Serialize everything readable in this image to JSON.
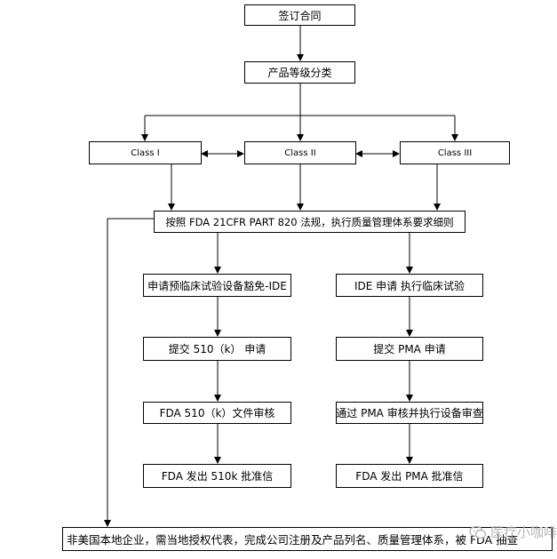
{
  "nodes": {
    "sign_contract": "签订合同",
    "classify": "产品等级分类",
    "class1": "Class I",
    "class2": "Class II",
    "class3": "Class III",
    "fda_820": "按照 FDA 21CFR PART 820 法规，执行质量管理体系要求细则",
    "ide_exempt": "申请预临床试验设备豁免-IDE",
    "ide_apply": "IDE 申请  执行临床试验",
    "submit_510k": "提交 510（k） 申请",
    "submit_pma": "提交 PMA 申请",
    "review_510k": "FDA 510（k）文件审核",
    "review_pma": "通过 PMA 审核并执行设备审查",
    "approve_510k": "FDA  发出 510k  批准信",
    "approve_pma": "FDA  发出 PMA 批准信",
    "foreign": "非美国本地企业，需当地授权代表，完成公司注册及产品列名、质量管理体系，被 FDA 抽查"
  },
  "watermark": {
    "text": "医疗小咖啡",
    "icon": "wechat-icon"
  }
}
